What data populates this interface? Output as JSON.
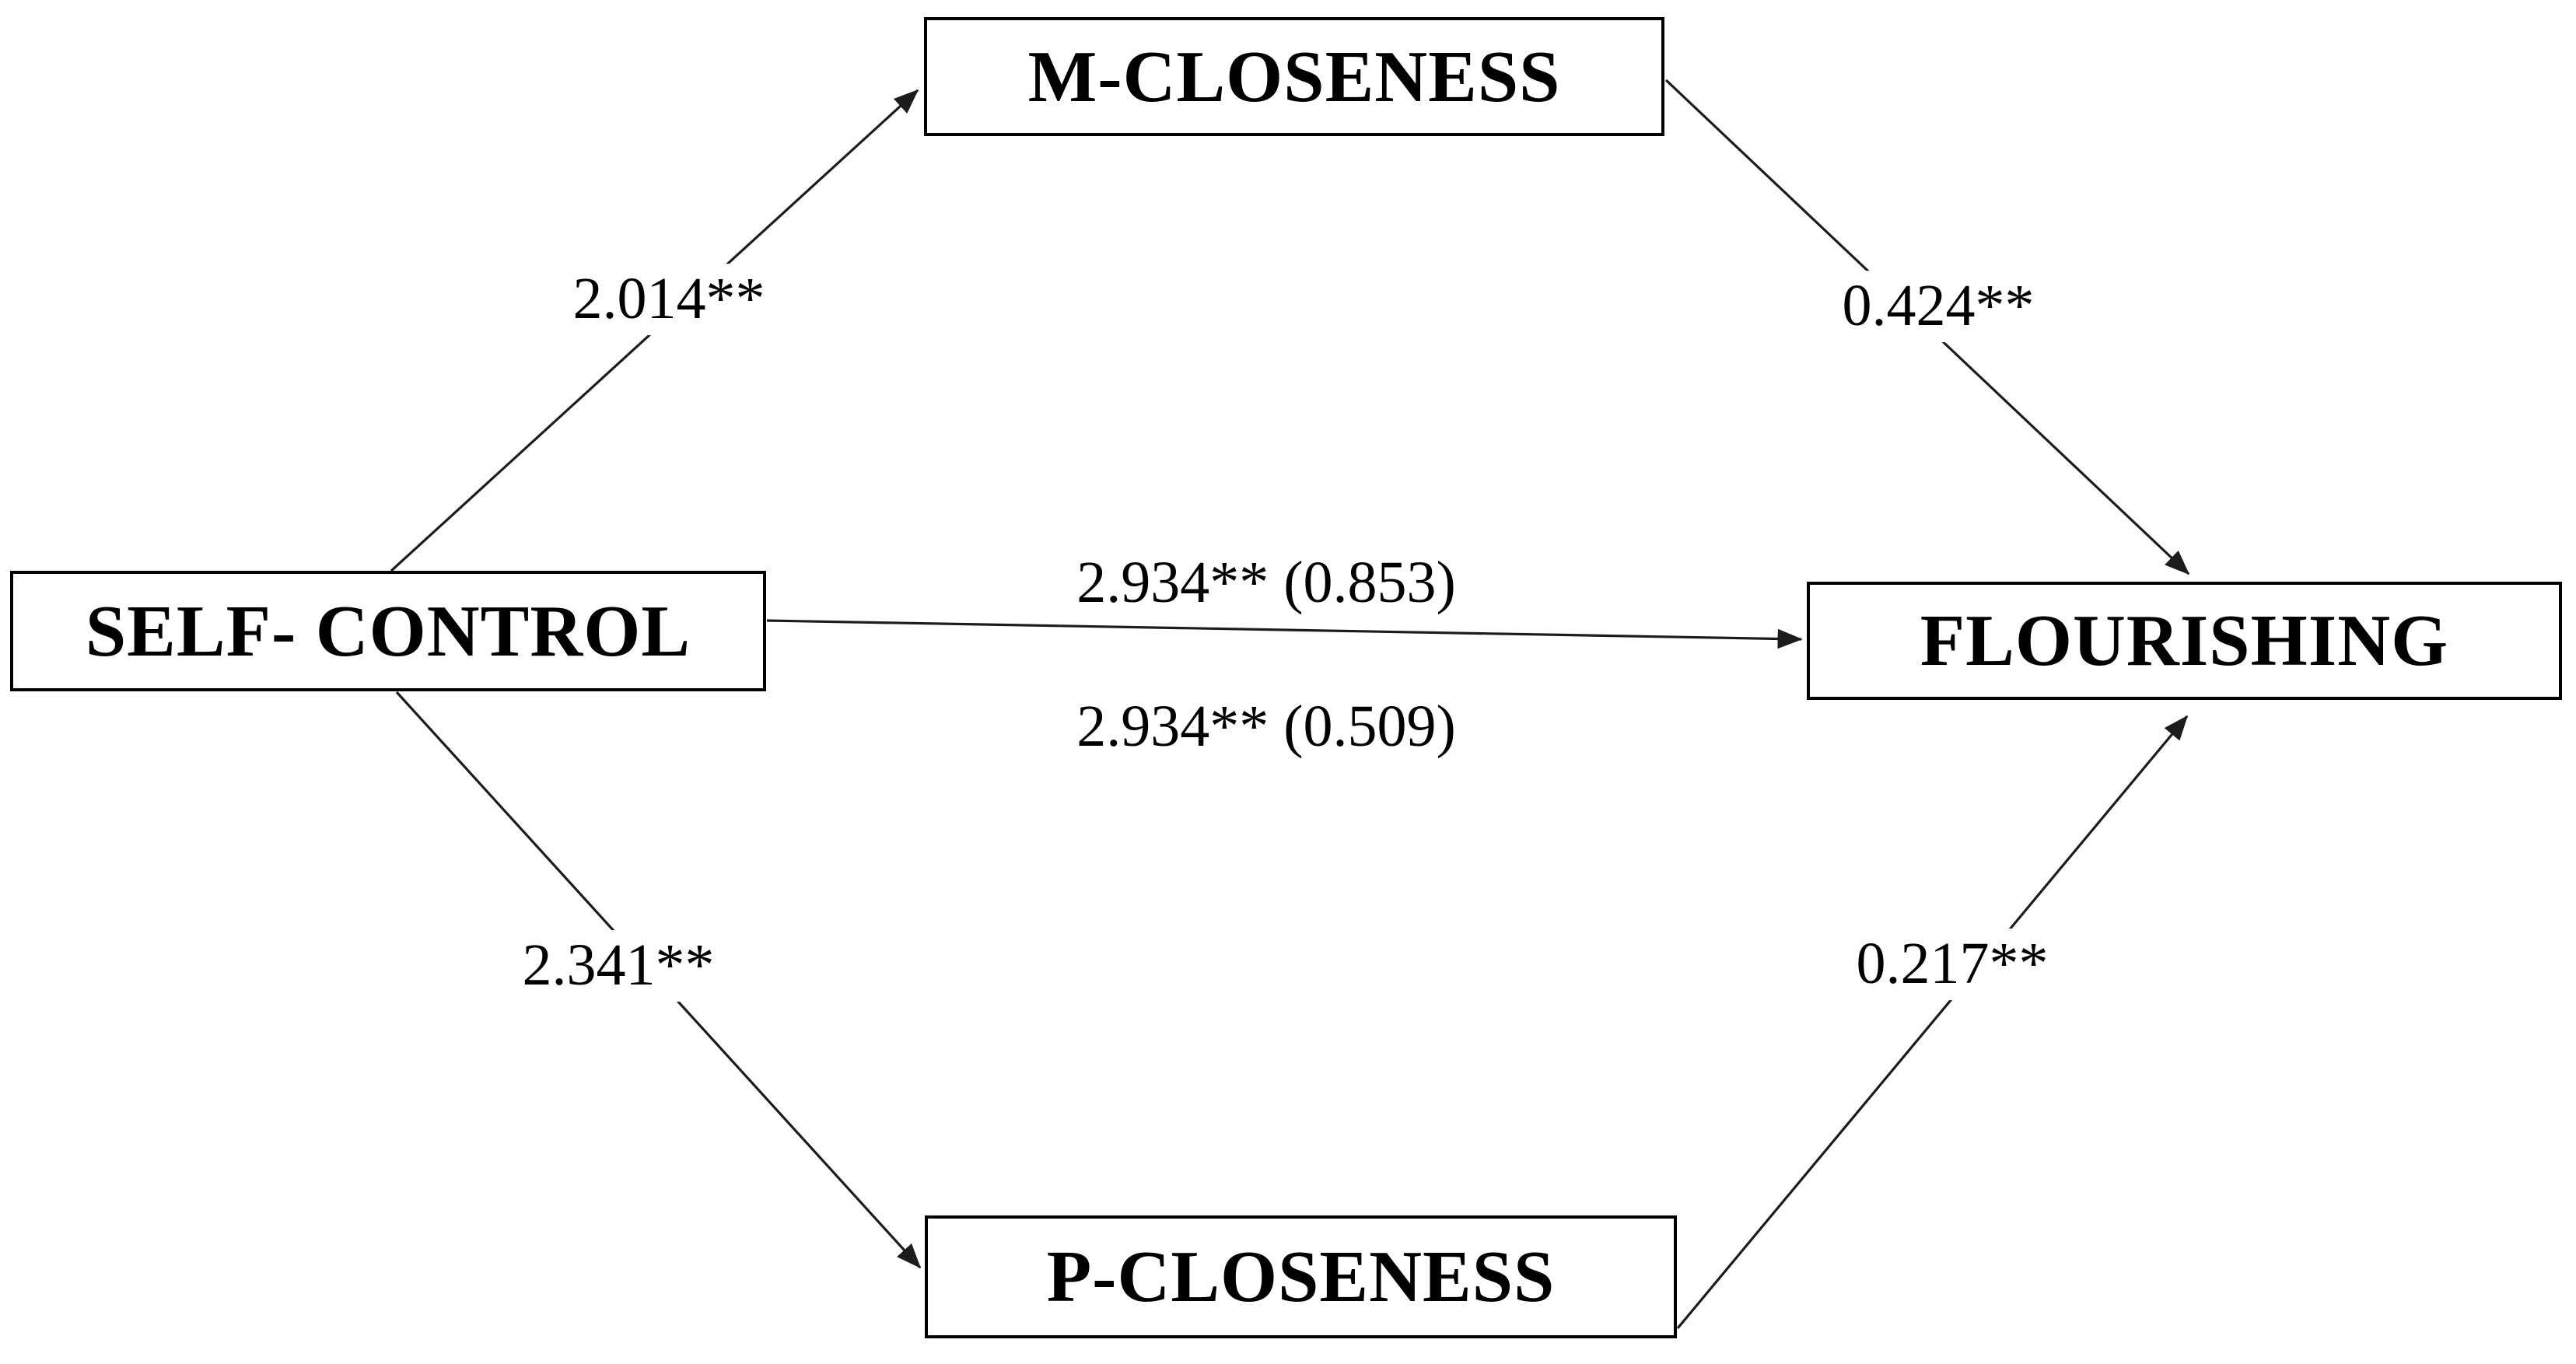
{
  "diagram": {
    "type": "mediation-path-model",
    "colors": {
      "background": "#ffffff",
      "line": "#1c1c1c",
      "box_border": "#000000",
      "text": "#000000"
    },
    "nodes": [
      {
        "id": "m_closeness",
        "label": "M-CLOSENESS",
        "role": "mediator-top"
      },
      {
        "id": "self_control",
        "label": "SELF- CONTROL",
        "role": "predictor-left"
      },
      {
        "id": "flourishing",
        "label": "FLOURISHING",
        "role": "outcome-right"
      },
      {
        "id": "p_closeness",
        "label": "P-CLOSENESS",
        "role": "mediator-bottom"
      }
    ],
    "edges": [
      {
        "from": "self_control",
        "to": "m_closeness",
        "label": "2.014**"
      },
      {
        "from": "m_closeness",
        "to": "flourishing",
        "label": "0.424**"
      },
      {
        "from": "self_control",
        "to": "flourishing",
        "label_above": "2.934** (0.853)",
        "label_below": "2.934** (0.509)"
      },
      {
        "from": "self_control",
        "to": "p_closeness",
        "label": "2.341**"
      },
      {
        "from": "p_closeness",
        "to": "flourishing",
        "label": "0.217**"
      }
    ]
  }
}
